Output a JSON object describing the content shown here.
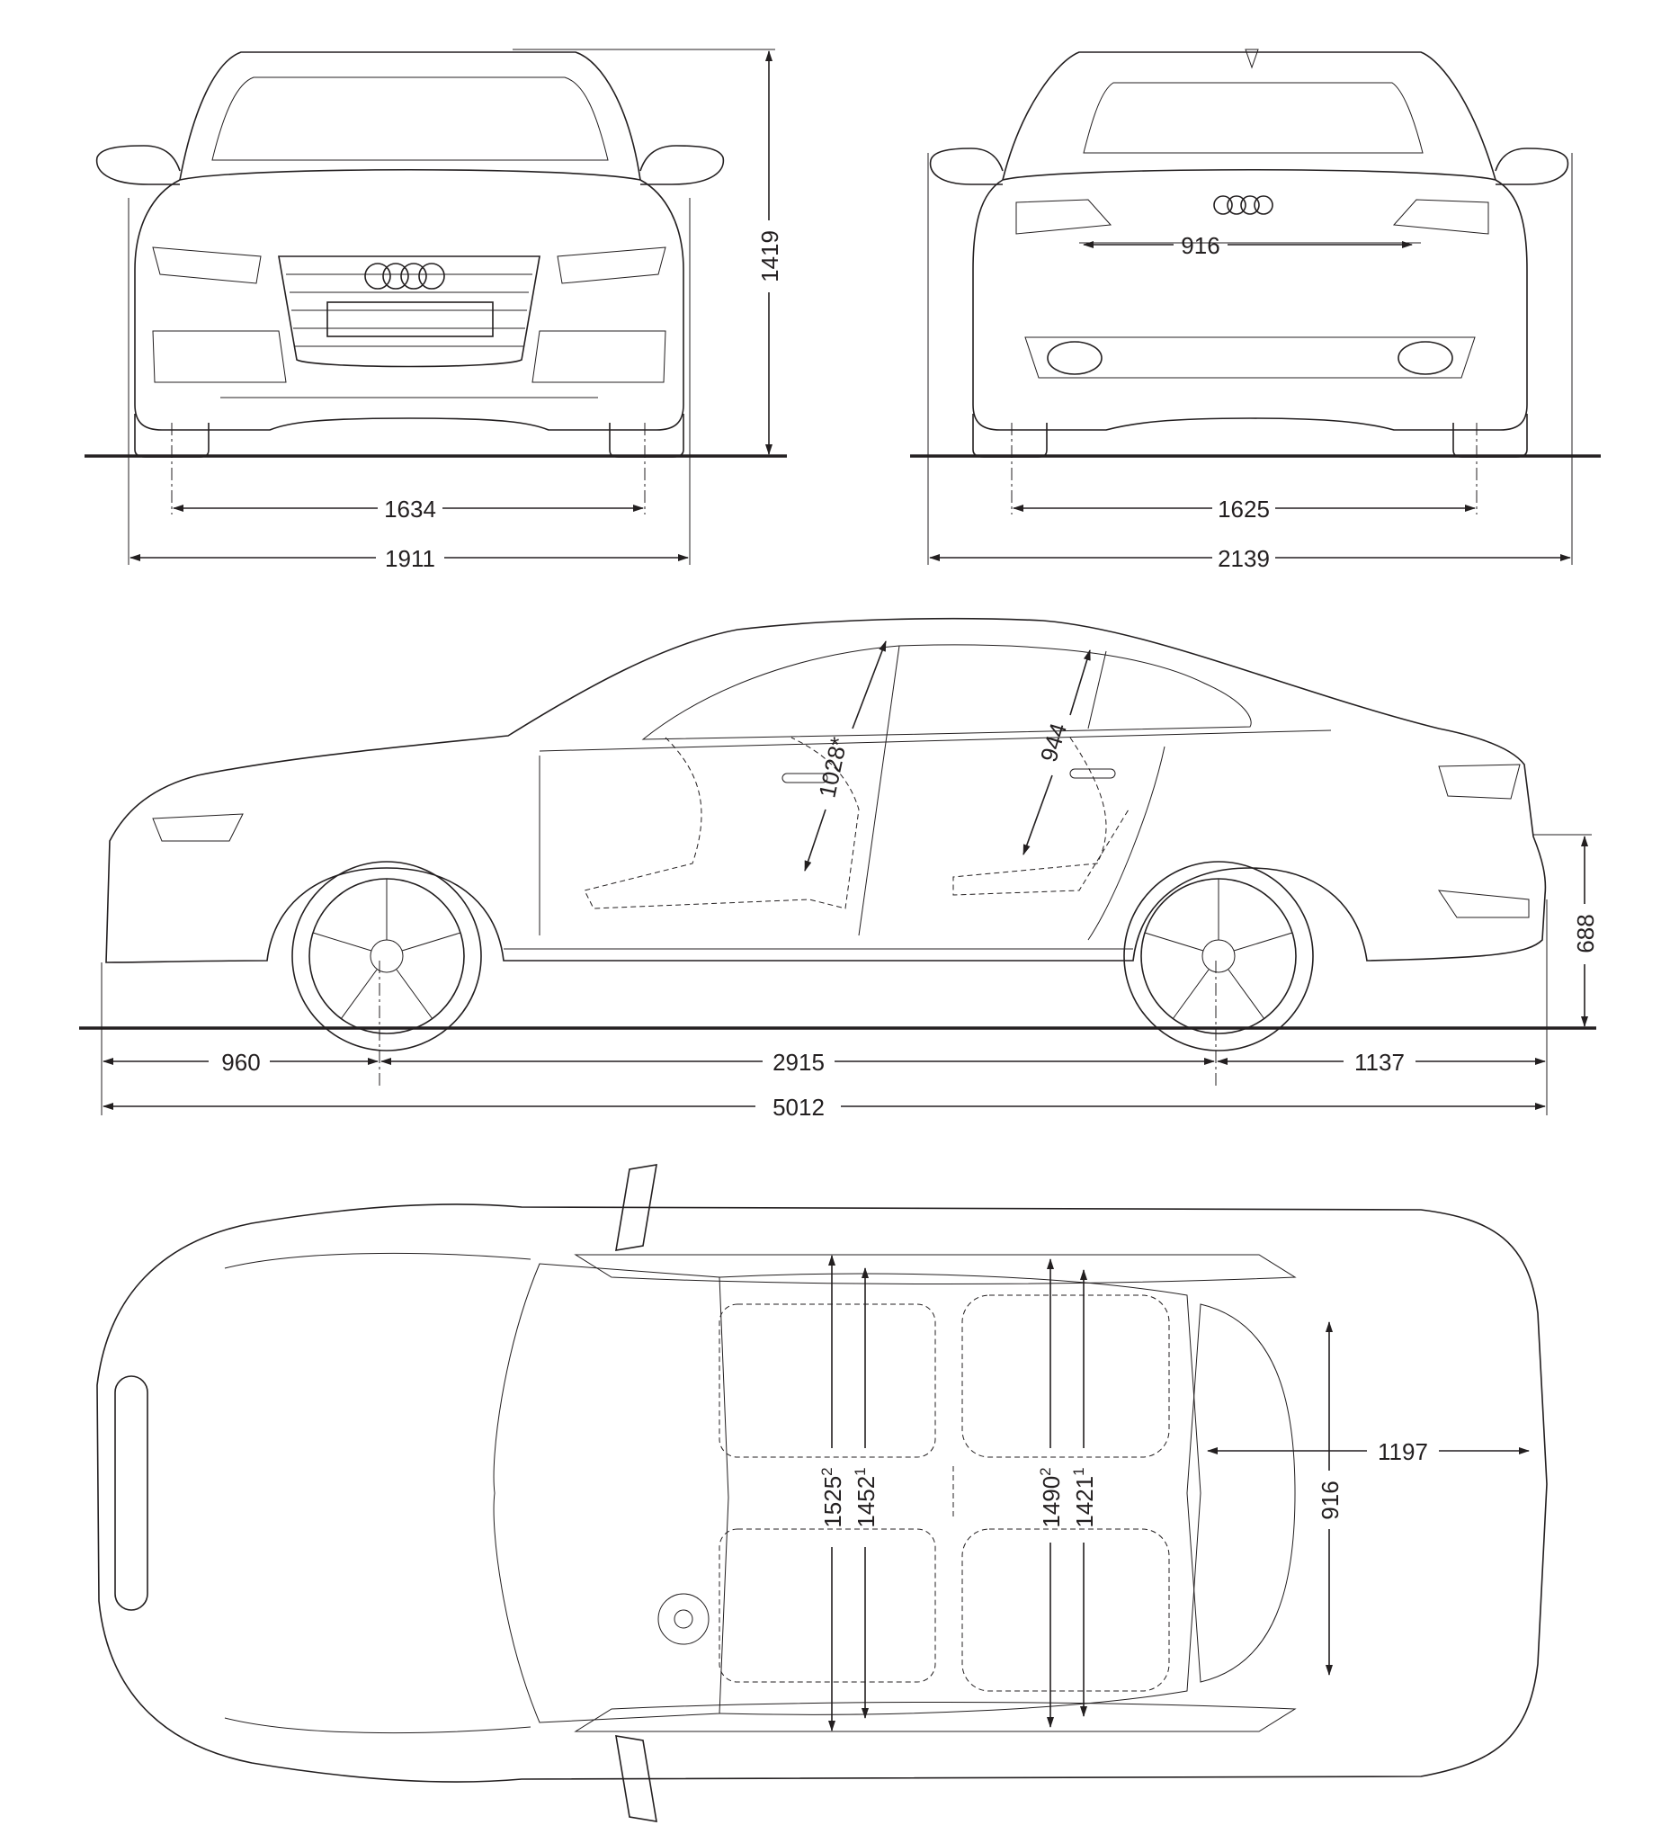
{
  "front_view": {
    "track": "1634",
    "width": "1911",
    "height": "1419"
  },
  "rear_view": {
    "track": "1625",
    "width_mirrors": "2139",
    "trunk_opening": "916"
  },
  "side_view": {
    "front_overhang": "960",
    "wheelbase": "2915",
    "rear_overhang": "1137",
    "length": "5012",
    "front_headroom": "1028*",
    "rear_headroom": "944",
    "load_sill": "688"
  },
  "top_view": {
    "front_elbow_width": "1525",
    "front_elbow_width_note": "2",
    "front_shoulder_width": "1452",
    "front_shoulder_width_note": "1",
    "rear_elbow_width": "1490",
    "rear_elbow_width_note": "2",
    "rear_shoulder_width": "1421",
    "rear_shoulder_width_note": "1",
    "luggage_length": "1197",
    "luggage_width": "916"
  }
}
